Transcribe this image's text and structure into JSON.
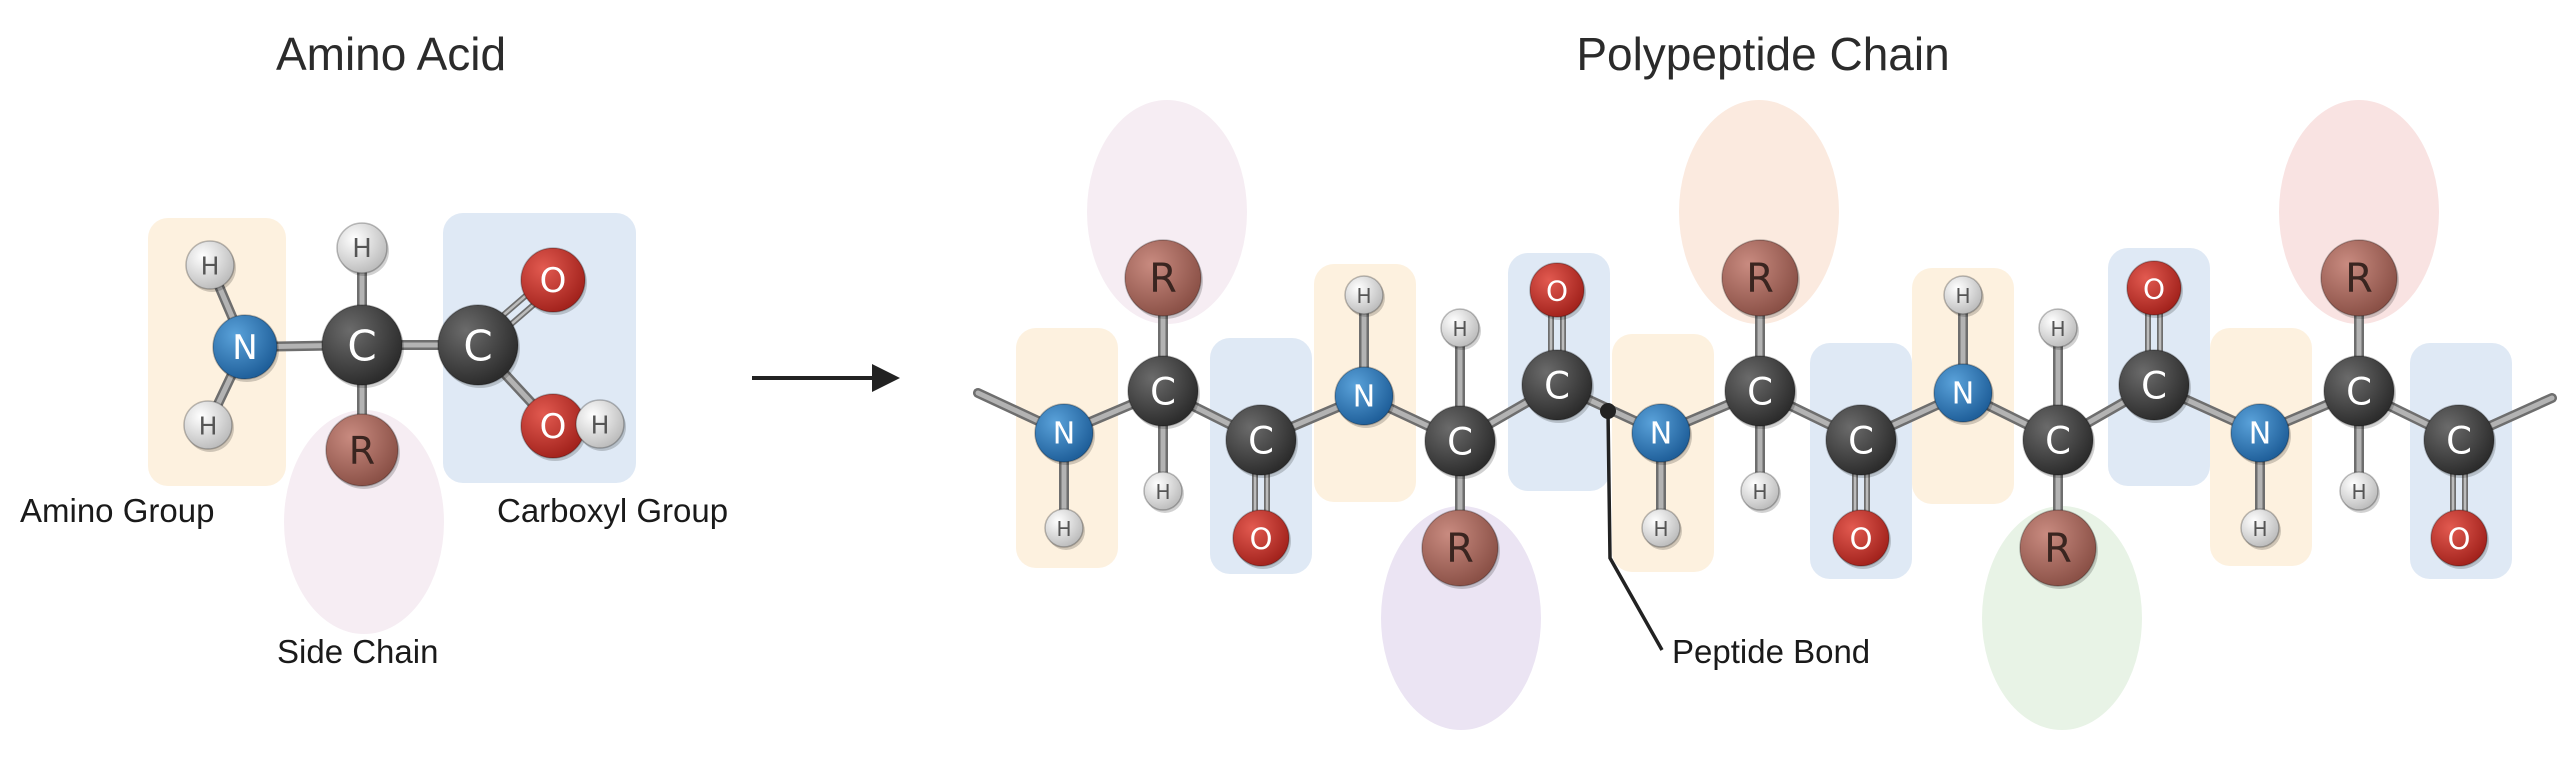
{
  "titles": {
    "left": "Amino Acid",
    "right": "Polypeptide Chain"
  },
  "labels": {
    "amino_group": "Amino Group",
    "carboxyl_group": "Carboxyl Group",
    "side_chain": "Side Chain",
    "peptide_bond": "Peptide Bond"
  },
  "atom_symbols": {
    "nitrogen": "N",
    "carbon": "C",
    "oxygen": "O",
    "hydrogen": "H",
    "side_group": "R"
  },
  "colors": {
    "amino_highlight": "#fdf1df",
    "carboxyl_highlight": "#dfe9f5",
    "side_chain_highlights": [
      "#f6edf3",
      "#fbeadf",
      "#f9e3e2",
      "#ebe4f3",
      "#e8f3e6"
    ],
    "nitrogen": "#2b74b5",
    "carbon": "#404040",
    "oxygen": "#c0312a",
    "hydrogen": "#e2e2e2",
    "side_group": "#a8695e",
    "bond": "#8c8c8c",
    "arrow": "#222222"
  },
  "icons": {
    "reaction_arrow": "arrow-right-icon"
  }
}
